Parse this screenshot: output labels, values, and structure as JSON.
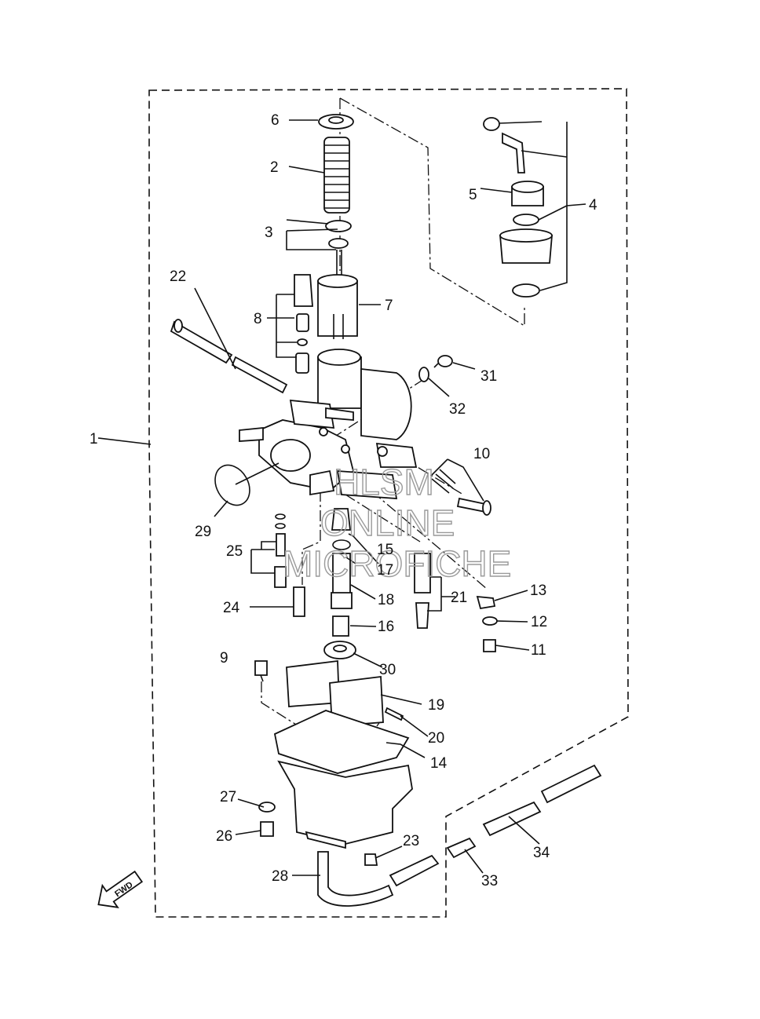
{
  "labels": {
    "l1": "1",
    "l2": "2",
    "l3": "3",
    "l4": "4",
    "l5": "5",
    "l6": "6",
    "l7": "7",
    "l8": "8",
    "l9": "9",
    "l10": "10",
    "l11": "11",
    "l12": "12",
    "l13": "13",
    "l14": "14",
    "l15": "15",
    "l16": "16",
    "l17": "17",
    "l18": "18",
    "l19": "19",
    "l20": "20",
    "l21": "21",
    "l22": "22",
    "l23": "23",
    "l24": "24",
    "l25": "25",
    "l26": "26",
    "l27": "27",
    "l28": "28",
    "l29": "29",
    "l30": "30",
    "l31": "31",
    "l32": "32",
    "l33": "33",
    "l34": "34"
  },
  "watermark": {
    "line1": "HLSM",
    "line2": "ONLINE",
    "line3": "MICROFICHE"
  },
  "direction_arrow": {
    "text": "FWD",
    "icon": "fwd-arrow-icon"
  }
}
